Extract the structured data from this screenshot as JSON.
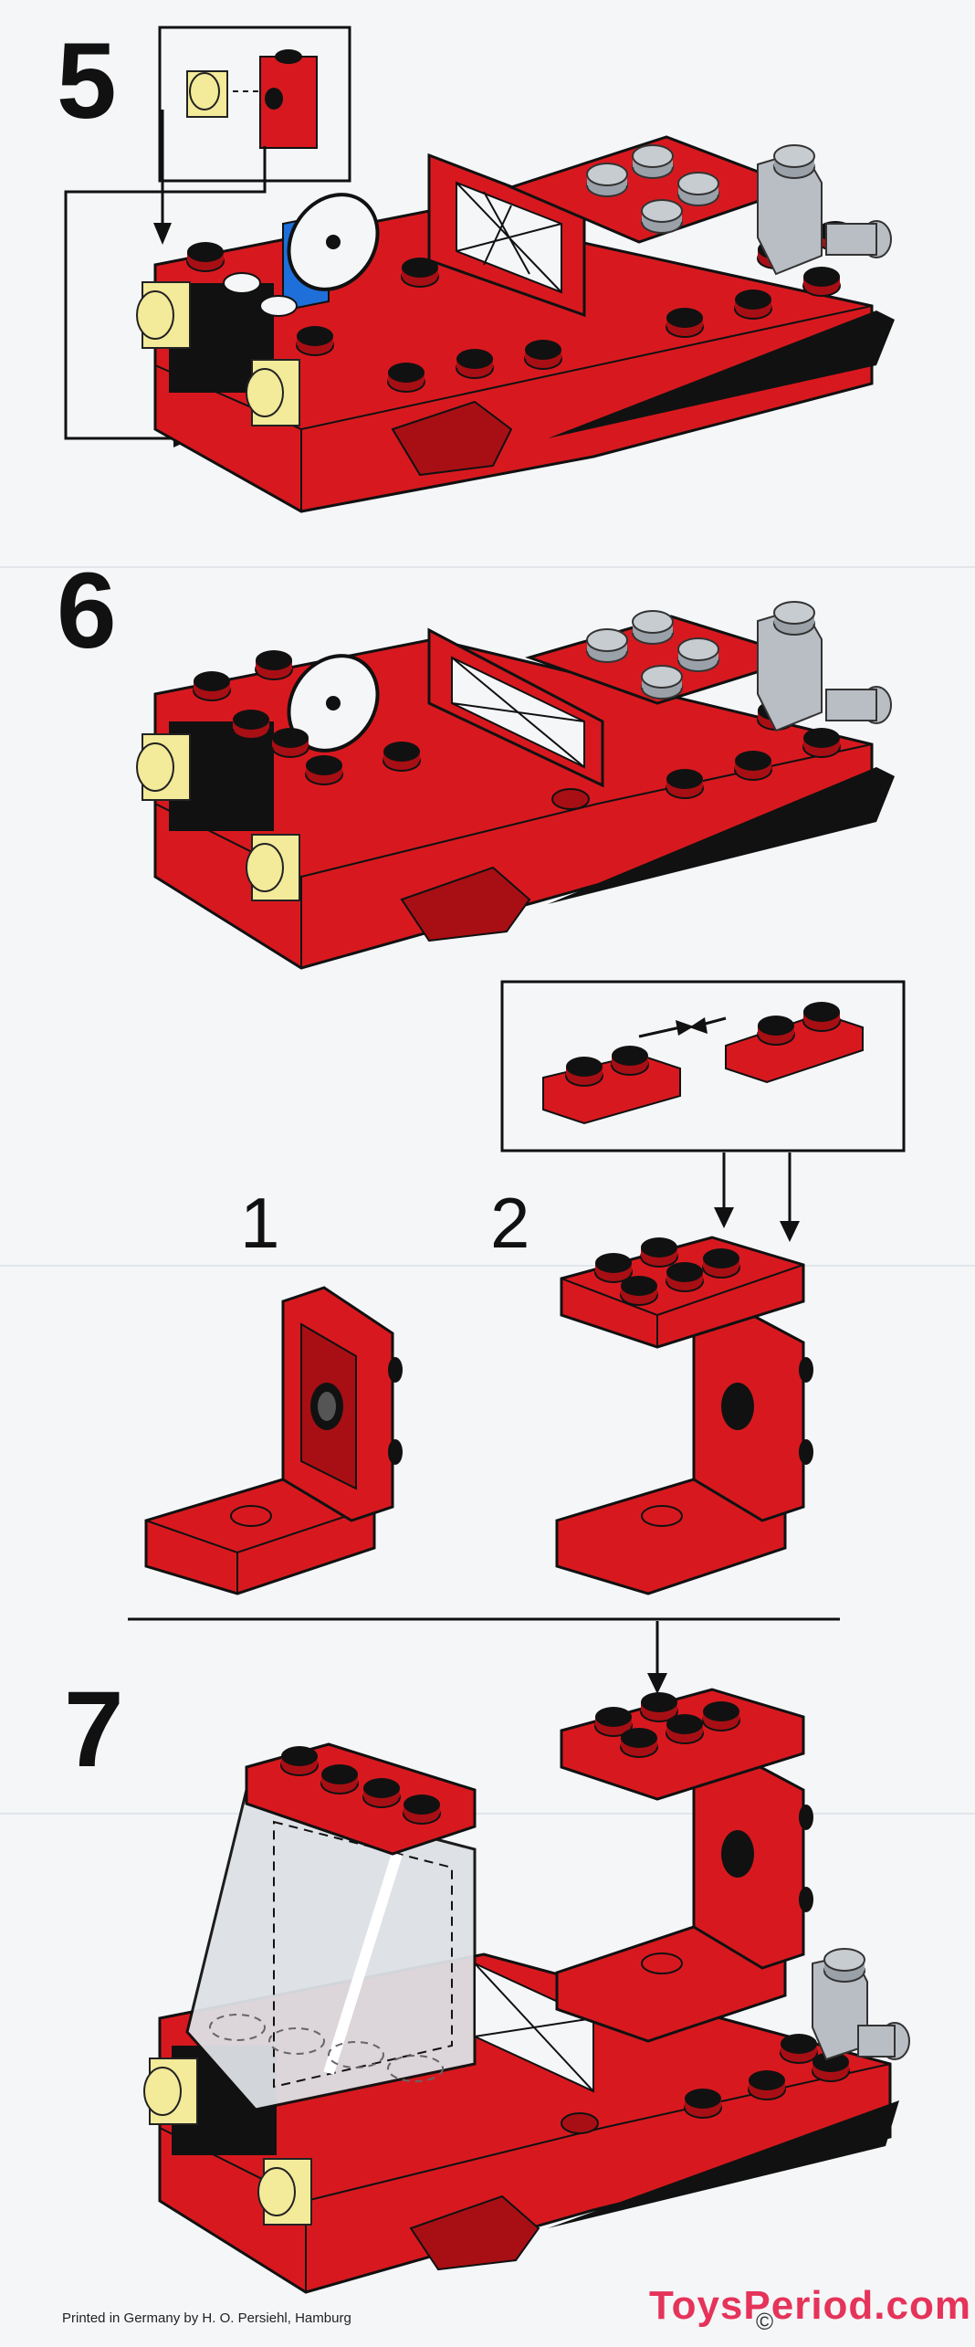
{
  "steps": {
    "step5": "5",
    "step6": "6",
    "step7": "7"
  },
  "sub_steps": {
    "sub1": "1",
    "sub2": "2"
  },
  "footer": {
    "printer": "Printed in Germany by H. O. Persiehl, Hamburg",
    "copyright": "©",
    "watermark": "ToysPeriod.com"
  },
  "colors": {
    "red": "#d7191f",
    "red_dark": "#a80f14",
    "yellow": "#f3ea9a",
    "gray": "#b9bec4",
    "blue": "#1e6fd9",
    "black": "#111111",
    "background": "#f4f6f8",
    "watermark": "#e5335a"
  }
}
